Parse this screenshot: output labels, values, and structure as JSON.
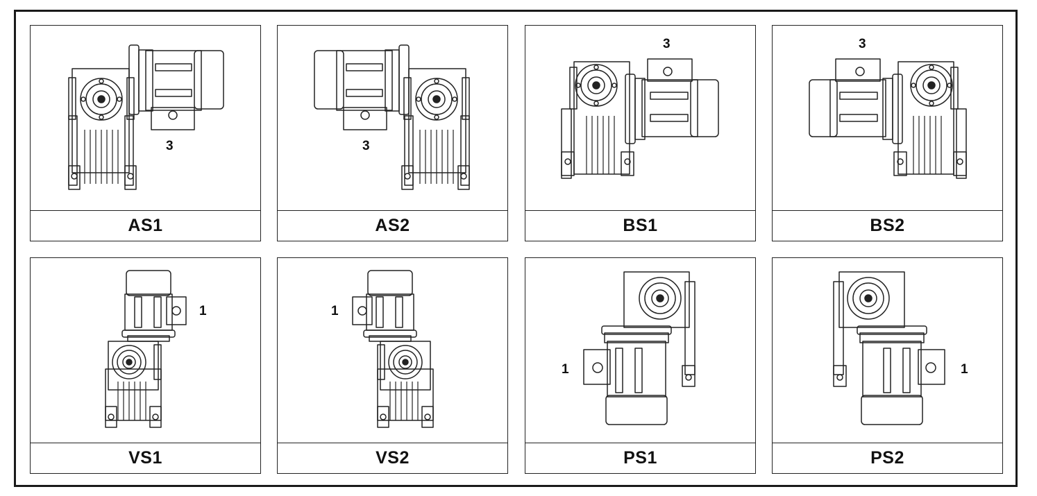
{
  "cells": [
    {
      "label": "AS1",
      "marker": "3"
    },
    {
      "label": "AS2",
      "marker": "3"
    },
    {
      "label": "BS1",
      "marker": "3"
    },
    {
      "label": "BS2",
      "marker": "3"
    },
    {
      "label": "VS1",
      "marker": "1"
    },
    {
      "label": "VS2",
      "marker": "1"
    },
    {
      "label": "PS1",
      "marker": "1"
    },
    {
      "label": "PS2",
      "marker": "1"
    }
  ]
}
